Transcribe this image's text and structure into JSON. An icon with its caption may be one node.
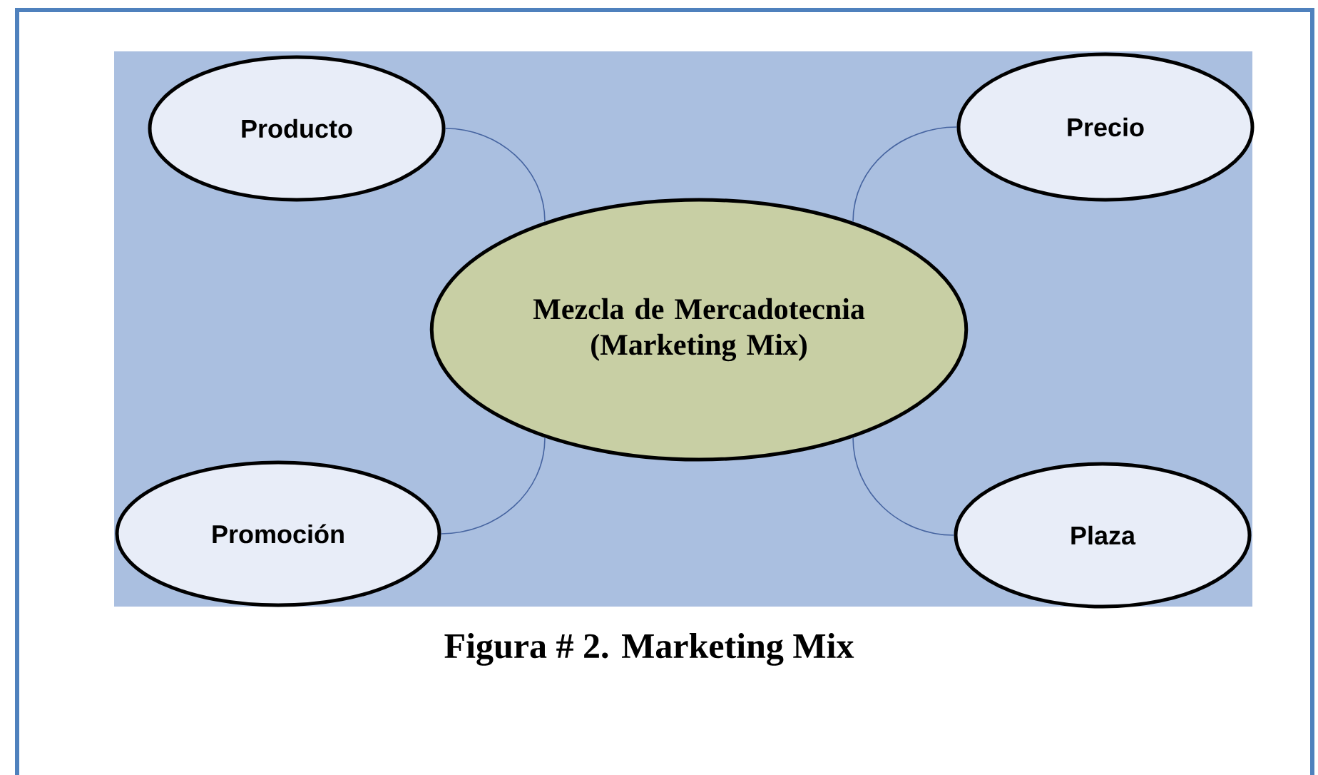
{
  "diagram": {
    "caption": "Figura # 2. Marketing Mix",
    "nodes": [
      {
        "text": [
          "Producto"
        ]
      },
      {
        "text": [
          "Precio"
        ]
      },
      {
        "text": [
          "Mezcla de Mercadotecnia (Marketing Mix)"
        ]
      },
      {
        "text": [
          "Promoción"
        ]
      },
      {
        "text": [
          "Plaza"
        ]
      }
    ],
    "edges": [
      {
        "from": 0,
        "to": 2,
        "arrow": "none"
      },
      {
        "from": 1,
        "to": 2,
        "arrow": "none"
      },
      {
        "from": 3,
        "to": 2,
        "arrow": "none"
      },
      {
        "from": 4,
        "to": 2,
        "arrow": "none"
      }
    ]
  }
}
